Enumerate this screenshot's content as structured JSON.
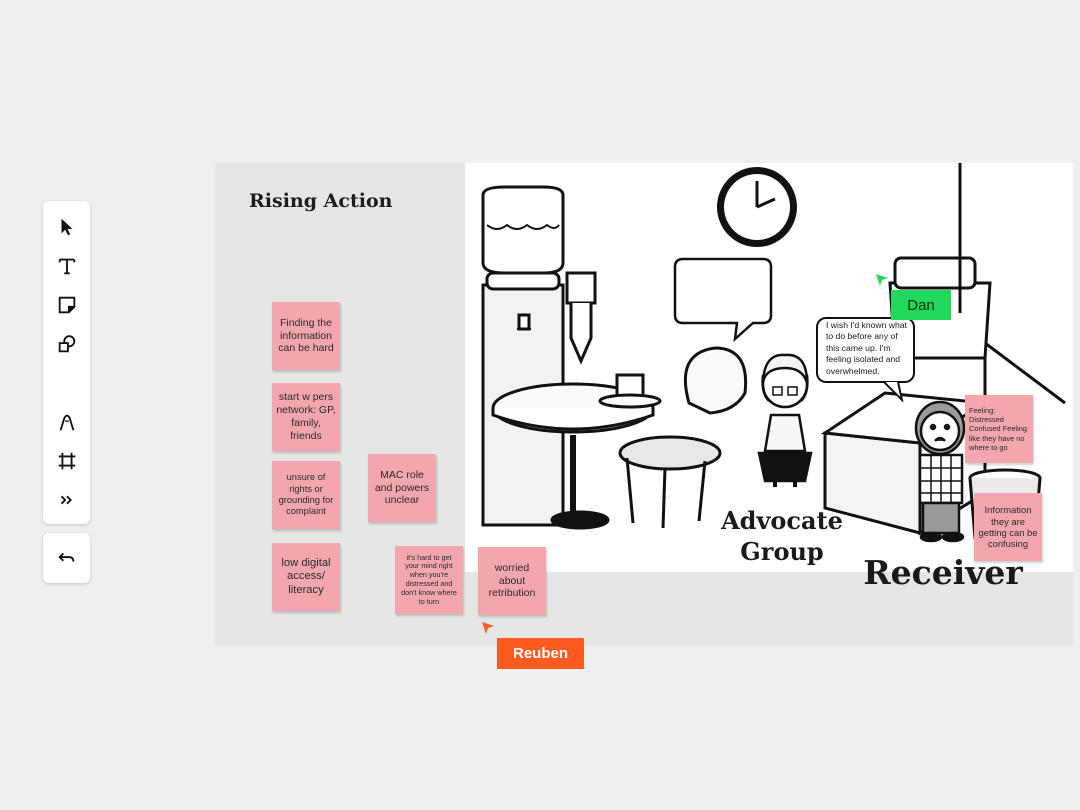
{
  "toolbar": {
    "tools": [
      "select-tool",
      "text-tool",
      "sticky-note-tool",
      "shapes-tool",
      "pen-tool",
      "frame-tool",
      "more-tools"
    ],
    "undo": "undo"
  },
  "frame": {
    "title": "Rising Action"
  },
  "stickies": [
    "Finding the information can be hard",
    "start w pers network: GP, family, friends",
    "unsure of rights or grounding for complaint",
    "low digital access/ literacy",
    "MAC role and powers unclear",
    "it's hard to get your mind right when you're distressed and don't know where to turn",
    "worried about retribution",
    "Feeling: Distressed Confused Feeling like they have no where to go",
    "Information they are getting can be confusing"
  ],
  "scene": {
    "speech_bubble_text": "I wish I'd known what to do before any of this came up. I'm feeling isolated and overwhelmed.",
    "label_advocate": "Advocate Group",
    "label_receiver": "Receiver"
  },
  "cursors": {
    "dan": {
      "name": "Dan",
      "color": "#22d85a"
    },
    "reuben": {
      "name": "Reuben",
      "color": "#ff5a1f"
    }
  },
  "colors": {
    "sticky": "#f4a6ae",
    "frame": "#e6e6e6",
    "canvas": "#efefef"
  }
}
